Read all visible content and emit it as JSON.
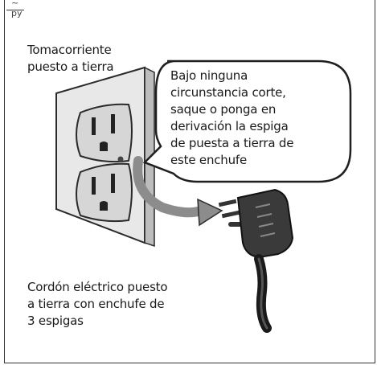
{
  "header": {
    "fragment": "~ py"
  },
  "labels": {
    "outlet": "Tomacorriente\npuesto a tierra",
    "warning": "Bajo ninguna\ncircunstancia corte,\nsaque o ponga en\nderivación la espiga\nde puesta a tierra de\neste enchufe",
    "cord": "Cordón eléctrico puesto\na tierra con enchufe de\n3 espigas"
  },
  "icons": [
    "grounded-outlet-icon",
    "three-prong-plug-icon",
    "arrow-icon",
    "speech-bubble"
  ],
  "colors": {
    "line": "#333333",
    "outlet_face": "#e6e6e6",
    "plug": "#2b2b2b",
    "arrow": "#8c8c8c"
  }
}
